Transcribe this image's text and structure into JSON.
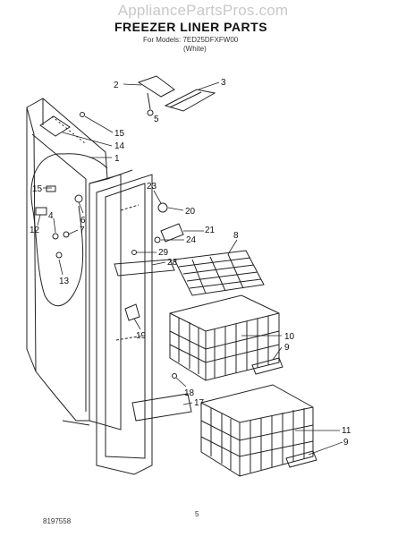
{
  "header": {
    "watermark": "AppliancePartsPros.com",
    "title": "FREEZER LINER PARTS",
    "model_line": "For Models: 7ED25DFXFW00",
    "variant": "(White)"
  },
  "footer": {
    "doc_number": "8197558",
    "page_number": "5"
  },
  "callouts": [
    {
      "id": "c2",
      "label": "2"
    },
    {
      "id": "c3",
      "label": "3"
    },
    {
      "id": "c5",
      "label": "5"
    },
    {
      "id": "c15a",
      "label": "15"
    },
    {
      "id": "c14",
      "label": "14"
    },
    {
      "id": "c1",
      "label": "1"
    },
    {
      "id": "c15b",
      "label": "15"
    },
    {
      "id": "c6",
      "label": "6"
    },
    {
      "id": "c4",
      "label": "4"
    },
    {
      "id": "c7",
      "label": "7"
    },
    {
      "id": "c12",
      "label": "12"
    },
    {
      "id": "c13",
      "label": "13"
    },
    {
      "id": "c23",
      "label": "23"
    },
    {
      "id": "c20",
      "label": "20"
    },
    {
      "id": "c21",
      "label": "21"
    },
    {
      "id": "c24",
      "label": "24"
    },
    {
      "id": "c8",
      "label": "8"
    },
    {
      "id": "c29",
      "label": "29"
    },
    {
      "id": "c28",
      "label": "28"
    },
    {
      "id": "c19",
      "label": "19"
    },
    {
      "id": "c10",
      "label": "10"
    },
    {
      "id": "c9a",
      "label": "9"
    },
    {
      "id": "c18",
      "label": "18"
    },
    {
      "id": "c17",
      "label": "17"
    },
    {
      "id": "c11",
      "label": "11"
    },
    {
      "id": "c9b",
      "label": "9"
    }
  ]
}
